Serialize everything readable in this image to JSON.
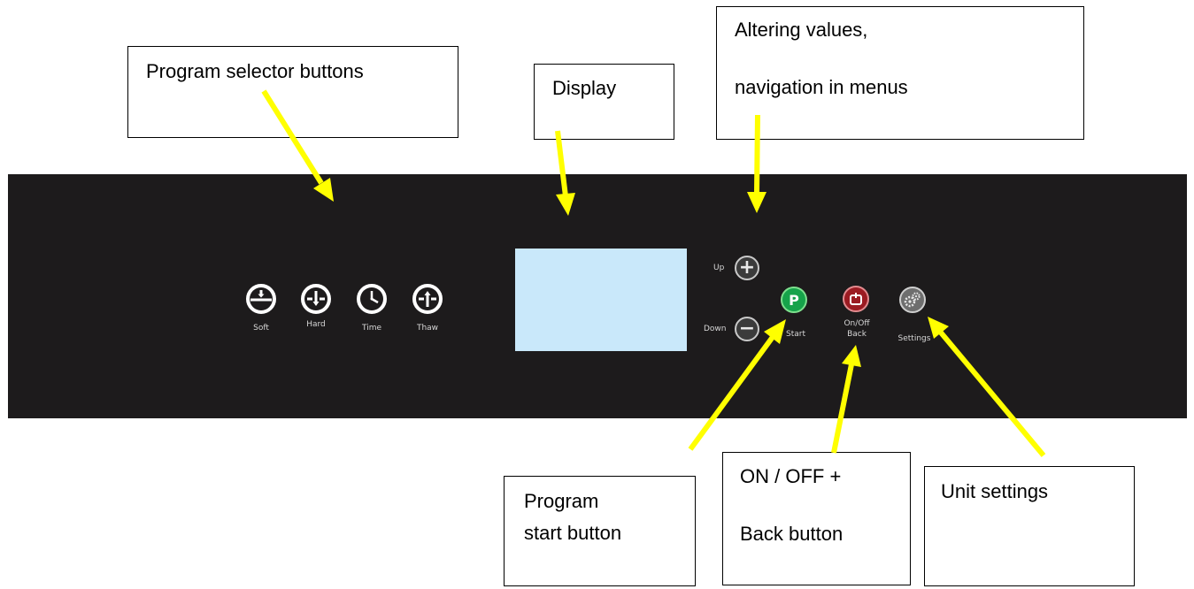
{
  "callouts": {
    "program_selector": "Program selector buttons",
    "display": "Display",
    "altering_line1": "Altering values,",
    "altering_line2": "navigation in menus",
    "program_start_line1": "Program",
    "program_start_line2": "start button",
    "onoff_line1": "ON / OFF +",
    "onoff_line2": "Back button",
    "unit_settings": "Unit settings"
  },
  "panel": {
    "program_buttons": [
      {
        "label": "Soft",
        "icon": "soft-program-icon"
      },
      {
        "label": "Hard",
        "icon": "hard-program-icon"
      },
      {
        "label": "Time",
        "icon": "clock-icon"
      },
      {
        "label": "Thaw",
        "icon": "thaw-program-icon"
      }
    ],
    "up_label": "Up",
    "down_label": "Down",
    "start_label": "Start",
    "start_symbol": "P",
    "onoff_label_line1": "On/Off",
    "onoff_label_line2": "Back",
    "settings_label": "Settings",
    "plus_symbol": "+",
    "minus_symbol": "−"
  },
  "colors": {
    "panel": "#1d1b1c",
    "display": "#c9e8fa",
    "arrow": "#ffff00",
    "start_button": "#16a34a",
    "power_button": "#9b1b22"
  }
}
